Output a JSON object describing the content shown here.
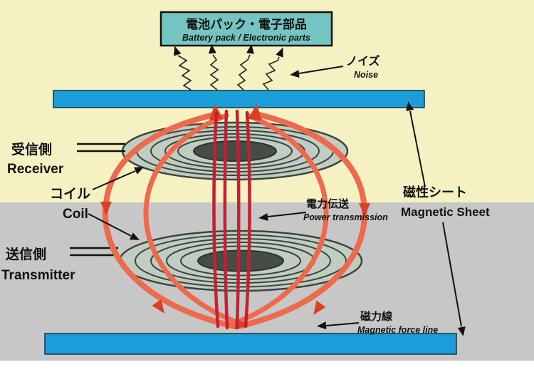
{
  "colors": {
    "bg_top": "#f6f1c3",
    "bg_bottom": "#c7c7c7",
    "bg_bottom_strip": "#ffffff",
    "sheet_blue": "#1b9ed9",
    "box_teal": "#74c5c2",
    "field_line": "#ee6a4d",
    "field_arrow": "#d84027",
    "power_line": "#c32031",
    "coil_fill": "#c1cdc3",
    "coil_stroke": "#3a453c",
    "coil_hole": "#454d46"
  },
  "labels": {
    "battery_box": {
      "jp": "電池パック・電子部品",
      "en": "Battery pack / Electronic parts"
    },
    "noise": {
      "jp": "ノイズ",
      "en": "Noise"
    },
    "receiver": {
      "jp": "受信側",
      "en": "Receiver"
    },
    "coil": {
      "jp": "コイル",
      "en": "Coil"
    },
    "transmitter": {
      "jp": "送信側",
      "en": "Transmitter"
    },
    "power_transmission": {
      "jp": "電力伝送",
      "en": "Power transmission"
    },
    "magnetic_sheet": {
      "jp": "磁性シート",
      "en": "Magnetic Sheet"
    },
    "magnetic_force_line": {
      "jp": "磁力線",
      "en": "Magnetic force line"
    }
  }
}
